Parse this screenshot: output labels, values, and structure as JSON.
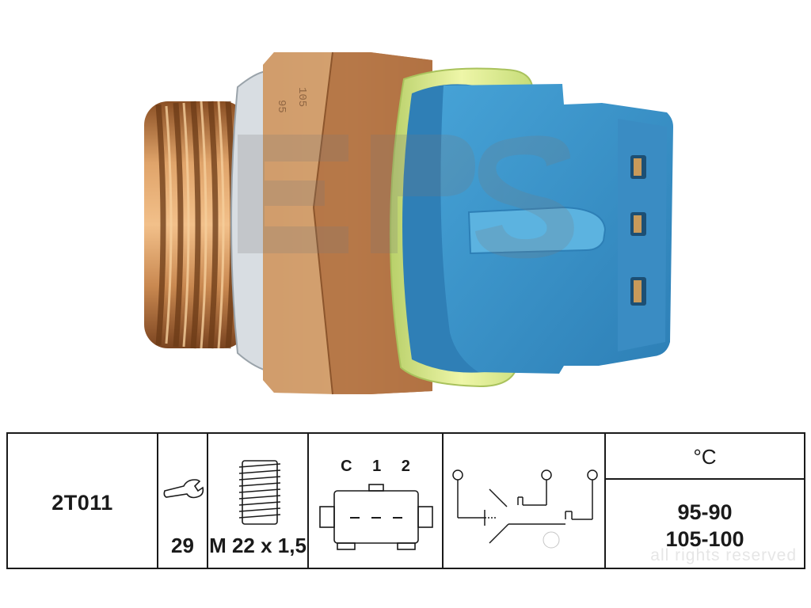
{
  "photo": {
    "watermark_logo": "EPS",
    "subject": "temperature-switch"
  },
  "spec_table": {
    "part_number": "2T011",
    "wrench_size": "29",
    "thread_size": "M 22 x 1,5",
    "connector_pins": "C 1 2",
    "temperature_unit": "°C",
    "switching_temperatures": [
      "95-90",
      "105-100"
    ]
  },
  "footer": {
    "rights_text": "all rights reserved"
  },
  "colors": {
    "brass": "#c9864c",
    "connector_blue": "#3b8fc4",
    "seal_ring_yellow": "#dcec8c",
    "line": "#1a1a1a"
  }
}
